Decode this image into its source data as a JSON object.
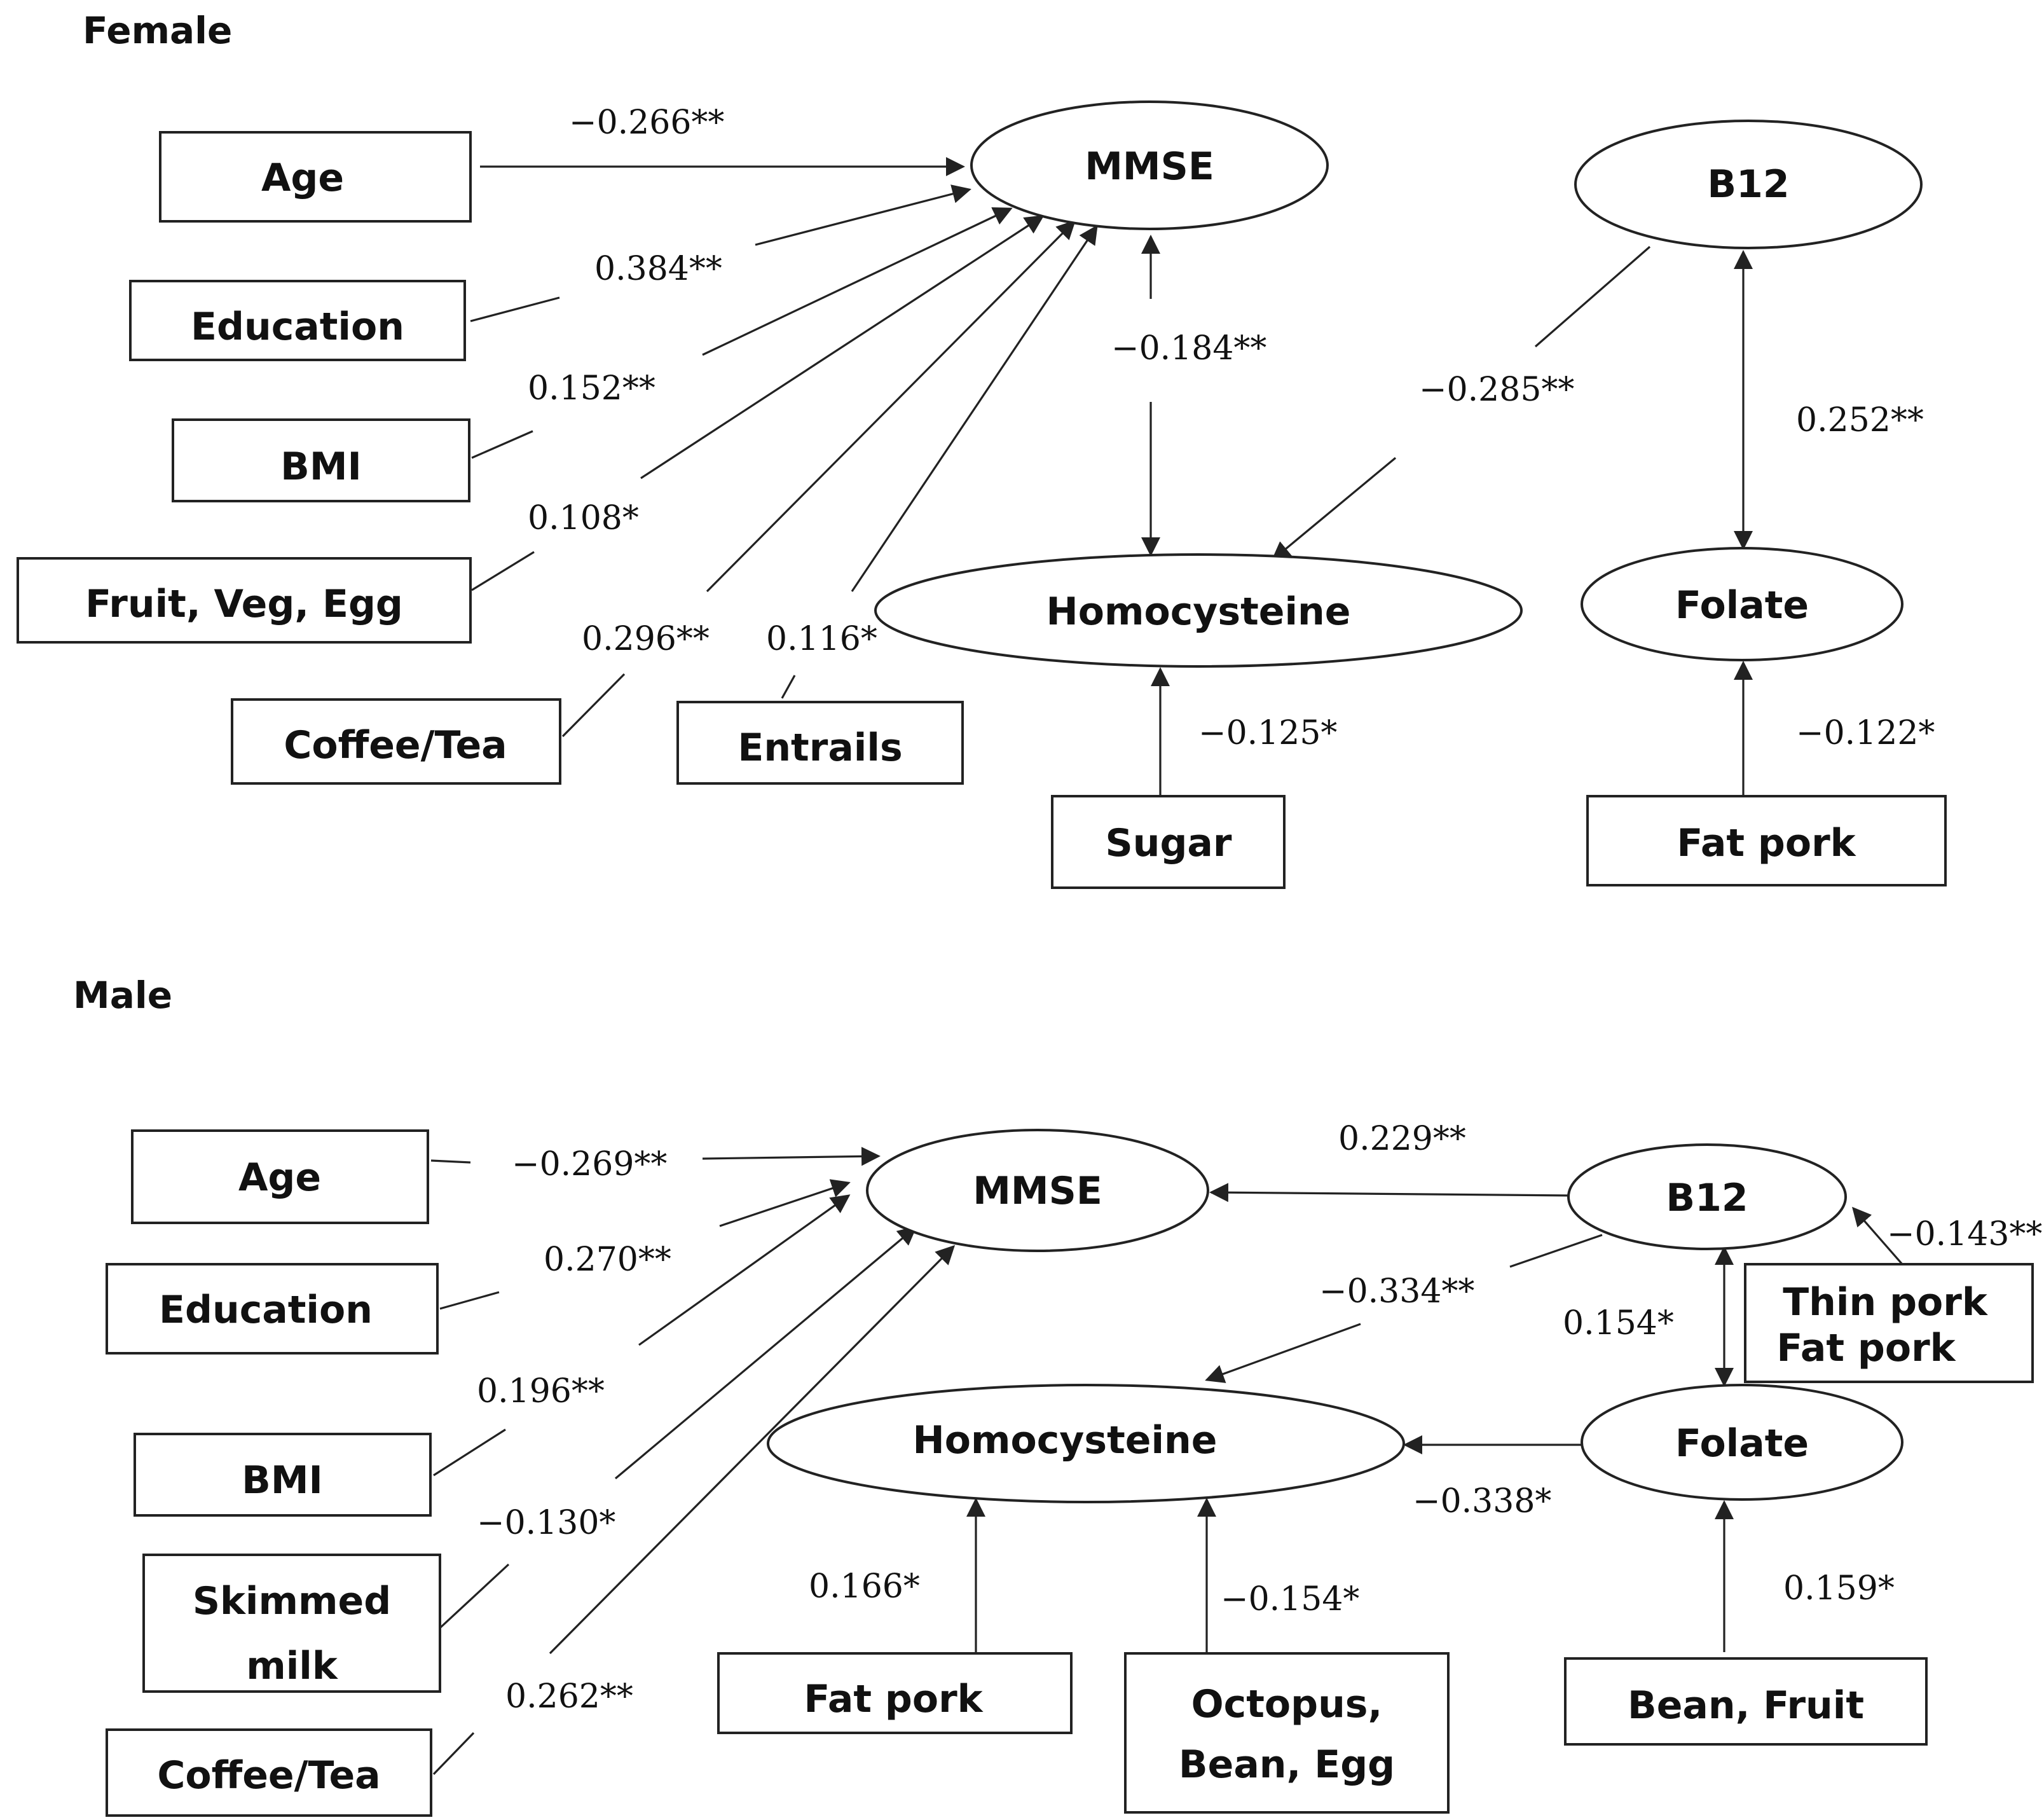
{
  "female": {
    "title": "Female",
    "nodes": {
      "age": "Age",
      "education": "Education",
      "bmi": "BMI",
      "fruit_veg_egg": "Fruit, Veg, Egg",
      "coffee_tea": "Coffee/Tea",
      "entrails": "Entrails",
      "mmse": "MMSE",
      "b12": "B12",
      "homocysteine": "Homocysteine",
      "folate": "Folate",
      "sugar": "Sugar",
      "fat_pork": "Fat pork"
    },
    "paths": {
      "age_mmse": "−0.266**",
      "education_mmse": "0.384**",
      "bmi_mmse": "0.152**",
      "fruit_mmse": "0.108*",
      "coffee_mmse": "0.296**",
      "entrails_mmse": "0.116*",
      "mmse_homocysteine": "−0.184**",
      "b12_homocysteine": "−0.285**",
      "b12_folate": "0.252**",
      "sugar_homocysteine": "−0.125*",
      "fatpork_folate": "−0.122*"
    }
  },
  "male": {
    "title": "Male",
    "nodes": {
      "age": "Age",
      "education": "Education",
      "bmi": "BMI",
      "skimmed_milk_1": "Skimmed",
      "skimmed_milk_2": "milk",
      "coffee_tea": "Coffee/Tea",
      "mmse": "MMSE",
      "b12": "B12",
      "thin_fat_pork_1": "Thin pork",
      "thin_fat_pork_2": "Fat pork",
      "homocysteine": "Homocysteine",
      "folate": "Folate",
      "fat_pork": "Fat pork",
      "octopus_1": "Octopus,",
      "octopus_2": "Bean, Egg",
      "bean_fruit": "Bean, Fruit"
    },
    "paths": {
      "age_mmse": "−0.269**",
      "education_mmse": "0.270**",
      "bmi_mmse": "0.196**",
      "skimmed_mmse": "−0.130*",
      "coffee_mmse": "0.262**",
      "b12_mmse": "0.229**",
      "pork_b12": "−0.143**",
      "b12_homocysteine": "−0.334**",
      "b12_folate": "0.154*",
      "folate_homocysteine": "−0.338*",
      "fatpork_homocysteine": "0.166*",
      "octopus_homocysteine": "−0.154*",
      "beanfruit_folate": "0.159*"
    }
  }
}
